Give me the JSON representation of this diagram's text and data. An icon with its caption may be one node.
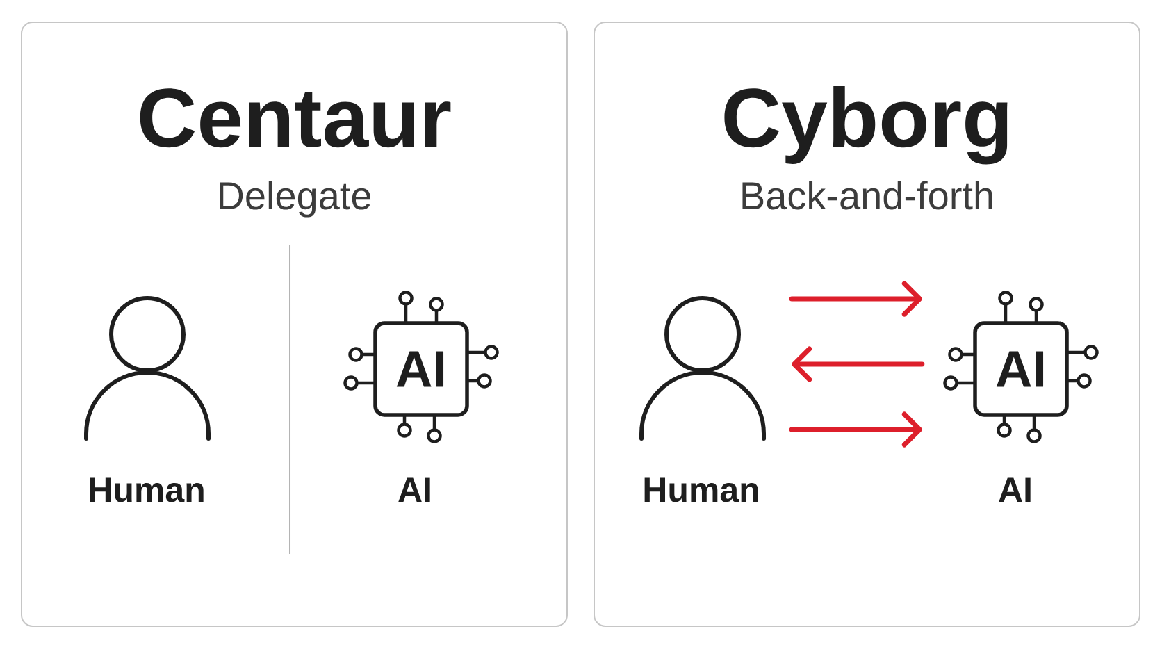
{
  "diagram": {
    "nodes": [
      {
        "text": [
          "Centaur",
          "Delegate"
        ]
      },
      {
        "text": [],
        "shape": "person",
        "in": 0,
        "beside": [
          "Human"
        ]
      },
      {
        "text": [
          "AI"
        ],
        "in": 0,
        "beside": [
          "AI"
        ]
      },
      {
        "text": [
          "Cyborg",
          "Back-and-forth"
        ]
      },
      {
        "text": [],
        "shape": "person",
        "in": 3,
        "beside": [
          "Human"
        ]
      },
      {
        "text": [
          "AI"
        ],
        "in": 3,
        "beside": [
          "AI"
        ]
      }
    ],
    "edges": [
      {
        "from": 4,
        "to": 5,
        "arrow": "to"
      },
      {
        "from": 5,
        "to": 4,
        "arrow": "to"
      },
      {
        "from": 4,
        "to": 5,
        "arrow": "to"
      }
    ]
  }
}
